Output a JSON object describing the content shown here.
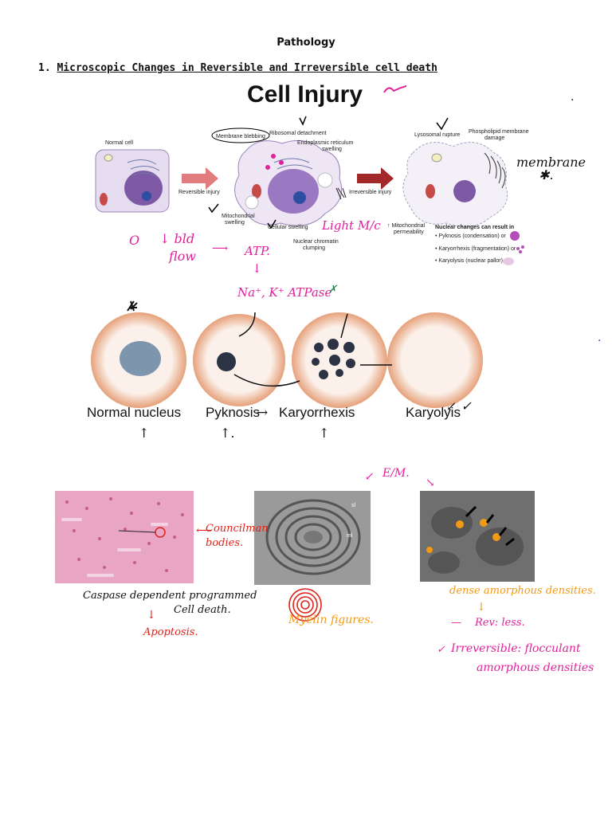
{
  "page_title": "Pathology",
  "section": {
    "number": "1.",
    "title": "Microscopic Changes in Reversible and Irreversible cell death"
  },
  "figure1": {
    "title": "Cell Injury",
    "labels": {
      "normal_cell": "Normal cell",
      "membrane_blebbing": "Membrane blebbing",
      "ribosomal_detachment": "Ribosomal detachment",
      "er_swelling_1": "Endoplasmic reticulum",
      "er_swelling_2": "swelling",
      "reversible_injury": "Reversible injury",
      "mito_swelling_1": "Mitochondrial",
      "mito_swelling_2": "swelling",
      "cellular_swelling": "Cellular swelling",
      "nuclear_chromatin_1": "Nuclear chromatin",
      "nuclear_chromatin_2": "clumping",
      "irreversible_injury": "Irreversible injury",
      "lysosomal_rupture": "Lysosomal rupture",
      "phospholipid_1": "Phospholipid membrane",
      "phospholipid_2": "damage",
      "mito_perm_1": "↑ Mitochondrial",
      "mito_perm_2": "permeability",
      "nuclear_changes": "Nuclear changes can result in",
      "pyknosis": "• Pyknosis (condensation) or",
      "karyorrhexis": "• Karyorrhexis (fragmentation) or",
      "karyolysis": "• Karyolysis (nuclear pallor)"
    }
  },
  "handwritten": {
    "membrane": "membrane",
    "light_mc": "Light M/c",
    "bld": "↓ bld",
    "flow": "flow",
    "atp": "ATP.",
    "na_k": "Na⁺, K⁺ ATPase",
    "councilman_1": "Councilman",
    "councilman_2": "bodies.",
    "caspase_1": "Caspase dependent programmed",
    "caspase_2": "Cell death.",
    "apoptosis": "Apoptosis.",
    "em": "E/M.",
    "myelin": "Myelin figures.",
    "dense": "dense amorphous densities.",
    "rev": "Rev: less.",
    "irrev_1": "Irreversible: flocculant",
    "irrev_2": "amorphous densities"
  },
  "nuclear_figure": {
    "labels": [
      "Normal nucleus",
      "Pyknosis",
      "Karyorrhexis",
      "Karyolyis"
    ]
  },
  "micrographs": {
    "em_label_1": "sl",
    "em_label_2": "ml"
  },
  "colors": {
    "pink": "#e0219a",
    "orange": "#f29a13",
    "red": "#e2231a",
    "cell_fill": "#e6dcef",
    "nucleus": "#7e5aa6"
  }
}
